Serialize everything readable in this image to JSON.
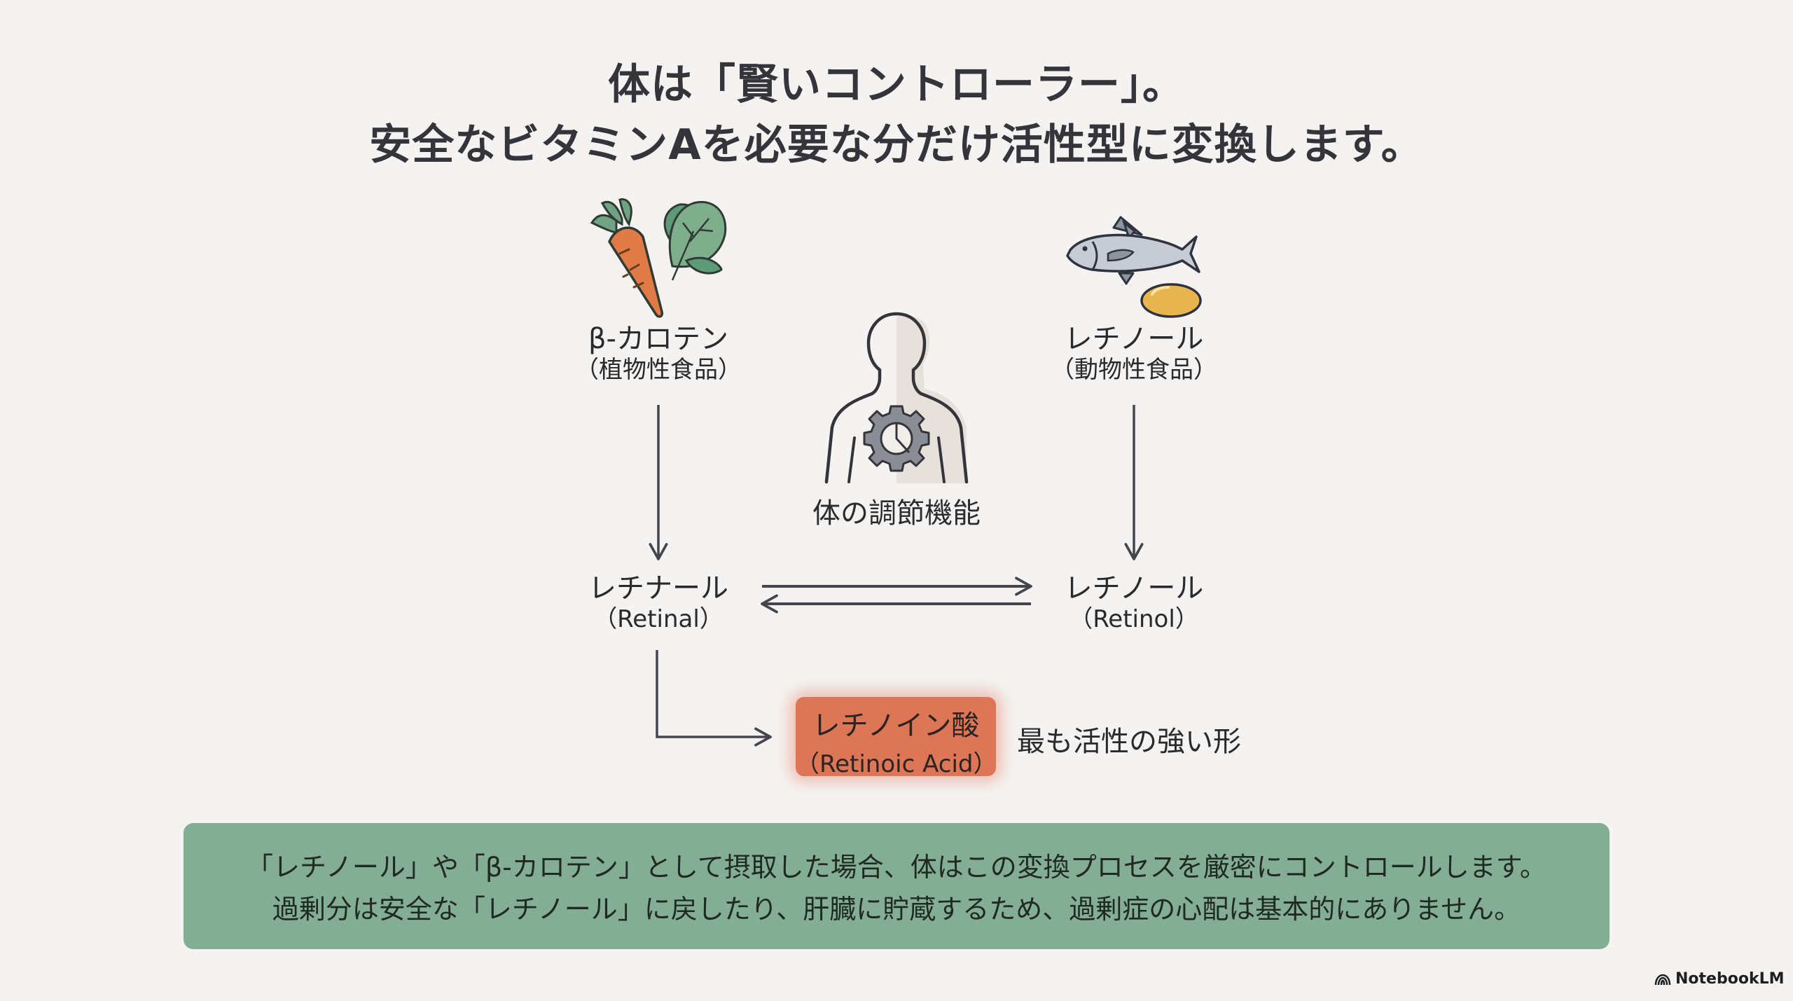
{
  "title": {
    "line1": "体は「賢いコントローラー」。",
    "line2": "安全なビタミンAを必要な分だけ活性型に変換します。"
  },
  "nodes": {
    "carotene": {
      "name": "β-カロテン",
      "sub": "（植物性食品）",
      "icon": "carrot-spinach-icon"
    },
    "retinol_source": {
      "name": "レチノール",
      "sub": "（動物性食品）",
      "icon": "fish-capsule-icon"
    },
    "body": {
      "label": "体の調節機能",
      "icon": "human-gear-icon"
    },
    "retinal": {
      "name": "レチナール",
      "sub": "（Retinal）"
    },
    "retinol": {
      "name": "レチノール",
      "sub": "（Retinol）"
    },
    "retinoic_acid": {
      "name": "レチノイン酸",
      "sub": "（Retinoic Acid）",
      "note": "最も活性の強い形",
      "color": "#dd7557"
    }
  },
  "edges": [
    {
      "from": "carotene",
      "to": "retinal",
      "type": "one-way"
    },
    {
      "from": "retinol_source",
      "to": "retinol",
      "type": "one-way"
    },
    {
      "from": "retinal",
      "to": "retinol",
      "type": "bidirectional"
    },
    {
      "from": "retinal",
      "to": "retinoic_acid",
      "type": "one-way"
    }
  ],
  "note": {
    "line1": "「レチノール」や「β-カロテン」として摂取した場合、体はこの変換プロセスを厳密にコントロールします。",
    "line2": "過剰分は安全な「レチノール」に戻したり、肝臓に貯蔵するため、過剰症の心配は基本的にありません。",
    "color": "#84ad95"
  },
  "brand": {
    "label": "NotebookLM"
  }
}
